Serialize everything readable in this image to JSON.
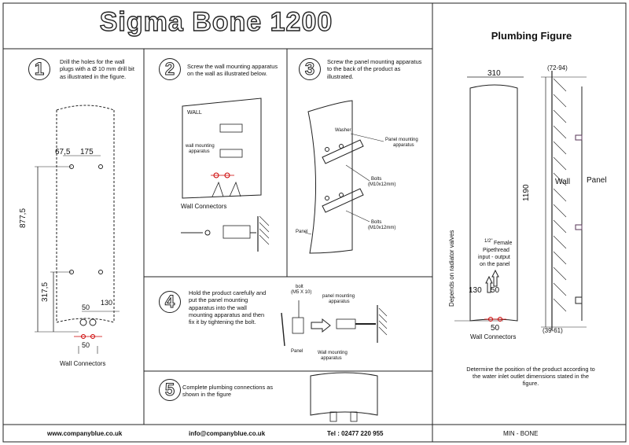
{
  "title": "Sigma Bone 1200",
  "plumbing": {
    "title": "Plumbing Figure",
    "dim_width": "310",
    "dim_height": "1190",
    "dim_top": "(72-94)",
    "dim_bottom": "(39-61)",
    "wall": "Wall",
    "panel": "Panel",
    "depends": "Depends on radiator valves",
    "female_line1": "Female",
    "female_frac": "1/2\"",
    "female_line2": "Pipethread",
    "female_line3": "input - output",
    "female_line4": "on the panel",
    "dim_130": "130",
    "dim_50": "50",
    "dim_50b": "50",
    "connectors": "Wall Connectors",
    "note": "Determine the position of the product according to the water inlet outlet dimensions stated in the figure."
  },
  "steps": [
    {
      "num": "1",
      "text": "Drill the holes for the wall plugs with a Ø 10 mm drill bit as illustrated in the figure."
    },
    {
      "num": "2",
      "text": "Screw the wall mounting apparatus on the wall as illustrated below."
    },
    {
      "num": "3",
      "text": "Screw the panel mounting apparatus to the back of the product as illustrated."
    },
    {
      "num": "4",
      "text": "Hold the product carefully and put the panel mounting apparatus into the wall mounting apparatus and then fix it by tightening the bolt."
    },
    {
      "num": "5",
      "text": "Complete plumbing connections as shown in the figure"
    }
  ],
  "step1": {
    "d67": "67,5",
    "d175": "175",
    "d877": "877,5",
    "d317": "317,5",
    "d50": "50",
    "d130": "130",
    "d50b": "50",
    "connectors": "Wall Connectors"
  },
  "step2": {
    "wall": "WALL",
    "apparatus1": "wall mounting",
    "apparatus2": "apparatus",
    "connectors": "Wall Connectors"
  },
  "step3": {
    "washer": "Washer",
    "panel_app1": "Panel mounting",
    "panel_app2": "apparatus",
    "bolts1": "Bolts",
    "bolts1b": "(M10x12mm)",
    "bolts2": "Bolts",
    "bolts2b": "(M10x12mm)",
    "panel": "Panel"
  },
  "step4": {
    "bolt": "bolt",
    "bolt_size": "(M5 X 10)",
    "panel_app1": "panel mounting",
    "panel_app2": "apparatus",
    "panel": "Panel",
    "wall_app1": "Wall mounting",
    "wall_app2": "apparatus"
  },
  "footer": {
    "website": "www.companyblue.co.uk",
    "email": "info@companyblue.co.uk",
    "tel": "Tel : 02477 220 955",
    "model": "MIN - BONE"
  }
}
